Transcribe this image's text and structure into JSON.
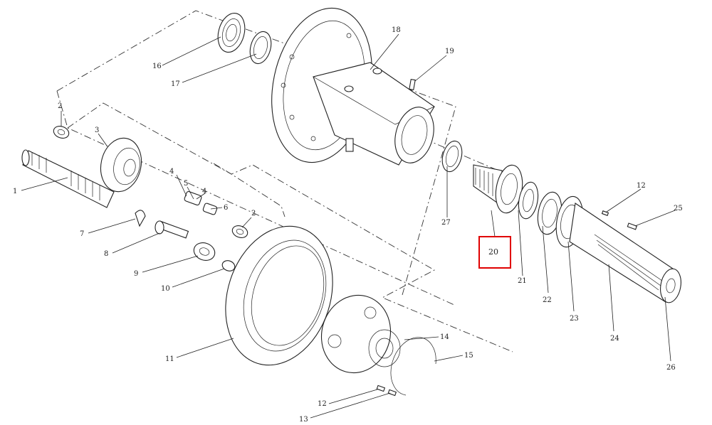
{
  "diagram": {
    "highlight": {
      "label": "20",
      "color": "#e00000"
    },
    "callouts": [
      {
        "id": "c1",
        "text": "1"
      },
      {
        "id": "c2a",
        "text": "2"
      },
      {
        "id": "c2b",
        "text": "2"
      },
      {
        "id": "c3",
        "text": "3"
      },
      {
        "id": "c4a",
        "text": "4"
      },
      {
        "id": "c4b",
        "text": "4"
      },
      {
        "id": "c5",
        "text": "5"
      },
      {
        "id": "c6",
        "text": "6"
      },
      {
        "id": "c7",
        "text": "7"
      },
      {
        "id": "c8",
        "text": "8"
      },
      {
        "id": "c9",
        "text": "9"
      },
      {
        "id": "c10",
        "text": "10"
      },
      {
        "id": "c11",
        "text": "11"
      },
      {
        "id": "c12a",
        "text": "12"
      },
      {
        "id": "c12b",
        "text": "12"
      },
      {
        "id": "c13",
        "text": "13"
      },
      {
        "id": "c14",
        "text": "14"
      },
      {
        "id": "c15",
        "text": "15"
      },
      {
        "id": "c16",
        "text": "16"
      },
      {
        "id": "c17",
        "text": "17"
      },
      {
        "id": "c18",
        "text": "18"
      },
      {
        "id": "c19",
        "text": "19"
      },
      {
        "id": "c21",
        "text": "21"
      },
      {
        "id": "c22",
        "text": "22"
      },
      {
        "id": "c23",
        "text": "23"
      },
      {
        "id": "c24",
        "text": "24"
      },
      {
        "id": "c25",
        "text": "25"
      },
      {
        "id": "c26",
        "text": "26"
      },
      {
        "id": "c27",
        "text": "27"
      }
    ]
  }
}
